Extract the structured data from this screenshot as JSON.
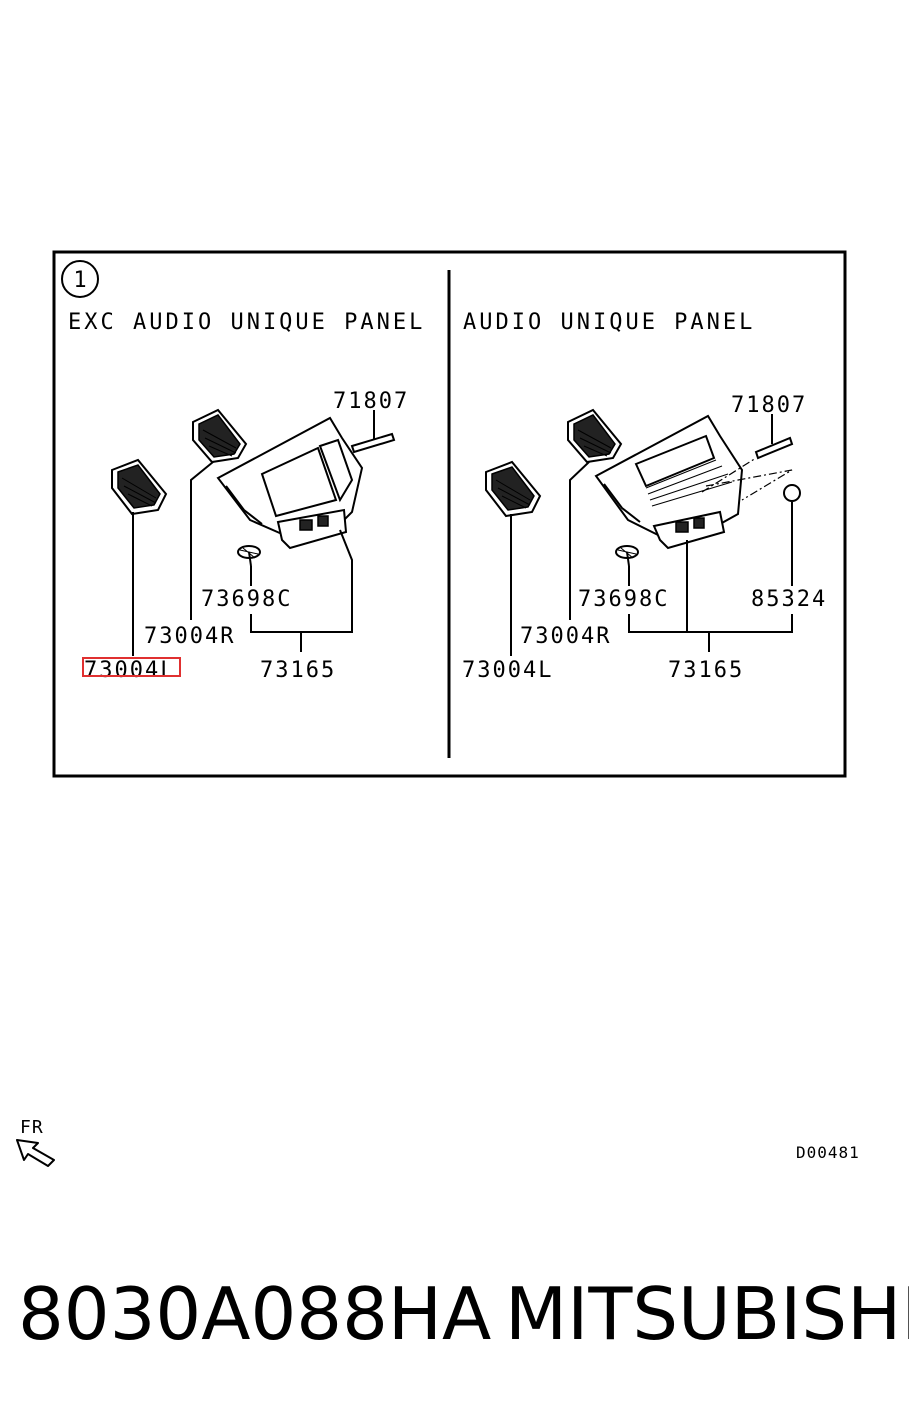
{
  "diagram": {
    "circle_number": "1",
    "left_panel": {
      "header": "EXC AUDIO UNIQUE PANEL",
      "labels": {
        "p71807": "71807",
        "p73698c": "73698C",
        "p73004r": "73004R",
        "p73004l": "73004L",
        "p73165": "73165"
      }
    },
    "right_panel": {
      "header": "AUDIO UNIQUE PANEL",
      "labels": {
        "p71807": "71807",
        "p73698c": "73698C",
        "p85324": "85324",
        "p73004r": "73004R",
        "p73004l": "73004L",
        "p73165": "73165"
      }
    },
    "fr_label": "FR",
    "code": "D00481",
    "highlight_color": "#e03030"
  },
  "footer": {
    "part_number": "8030A088HA",
    "brand": "MITSUBISHI"
  }
}
